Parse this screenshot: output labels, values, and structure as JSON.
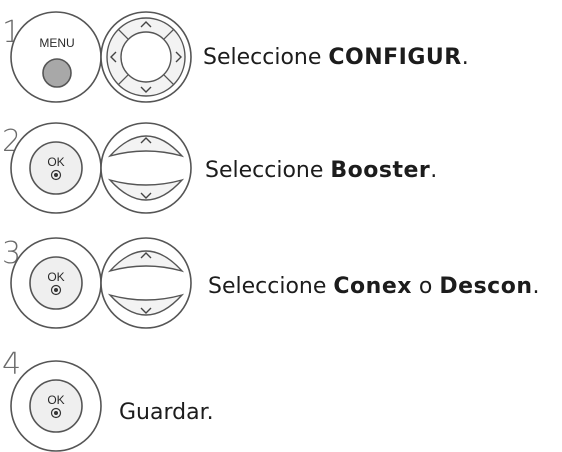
{
  "steps": [
    {
      "number": "1",
      "button_label": "MENU",
      "text_prefix": "Seleccione ",
      "text_bold": "CONFIGUR",
      "text_suffix": "."
    },
    {
      "number": "2",
      "button_label": "OK",
      "text_prefix": "Seleccione ",
      "text_bold": "Booster",
      "text_suffix": "."
    },
    {
      "number": "3",
      "button_label": "OK",
      "text_prefix": "Seleccione ",
      "text_bold": "Conex",
      "text_mid": " o ",
      "text_bold2": "Descon",
      "text_suffix": "."
    },
    {
      "number": "4",
      "button_label": "OK",
      "text": "Guardar."
    }
  ],
  "colors": {
    "menu_button_fill": "#a8a8a8",
    "outline": "#555555",
    "key_fill": "#efefef"
  }
}
